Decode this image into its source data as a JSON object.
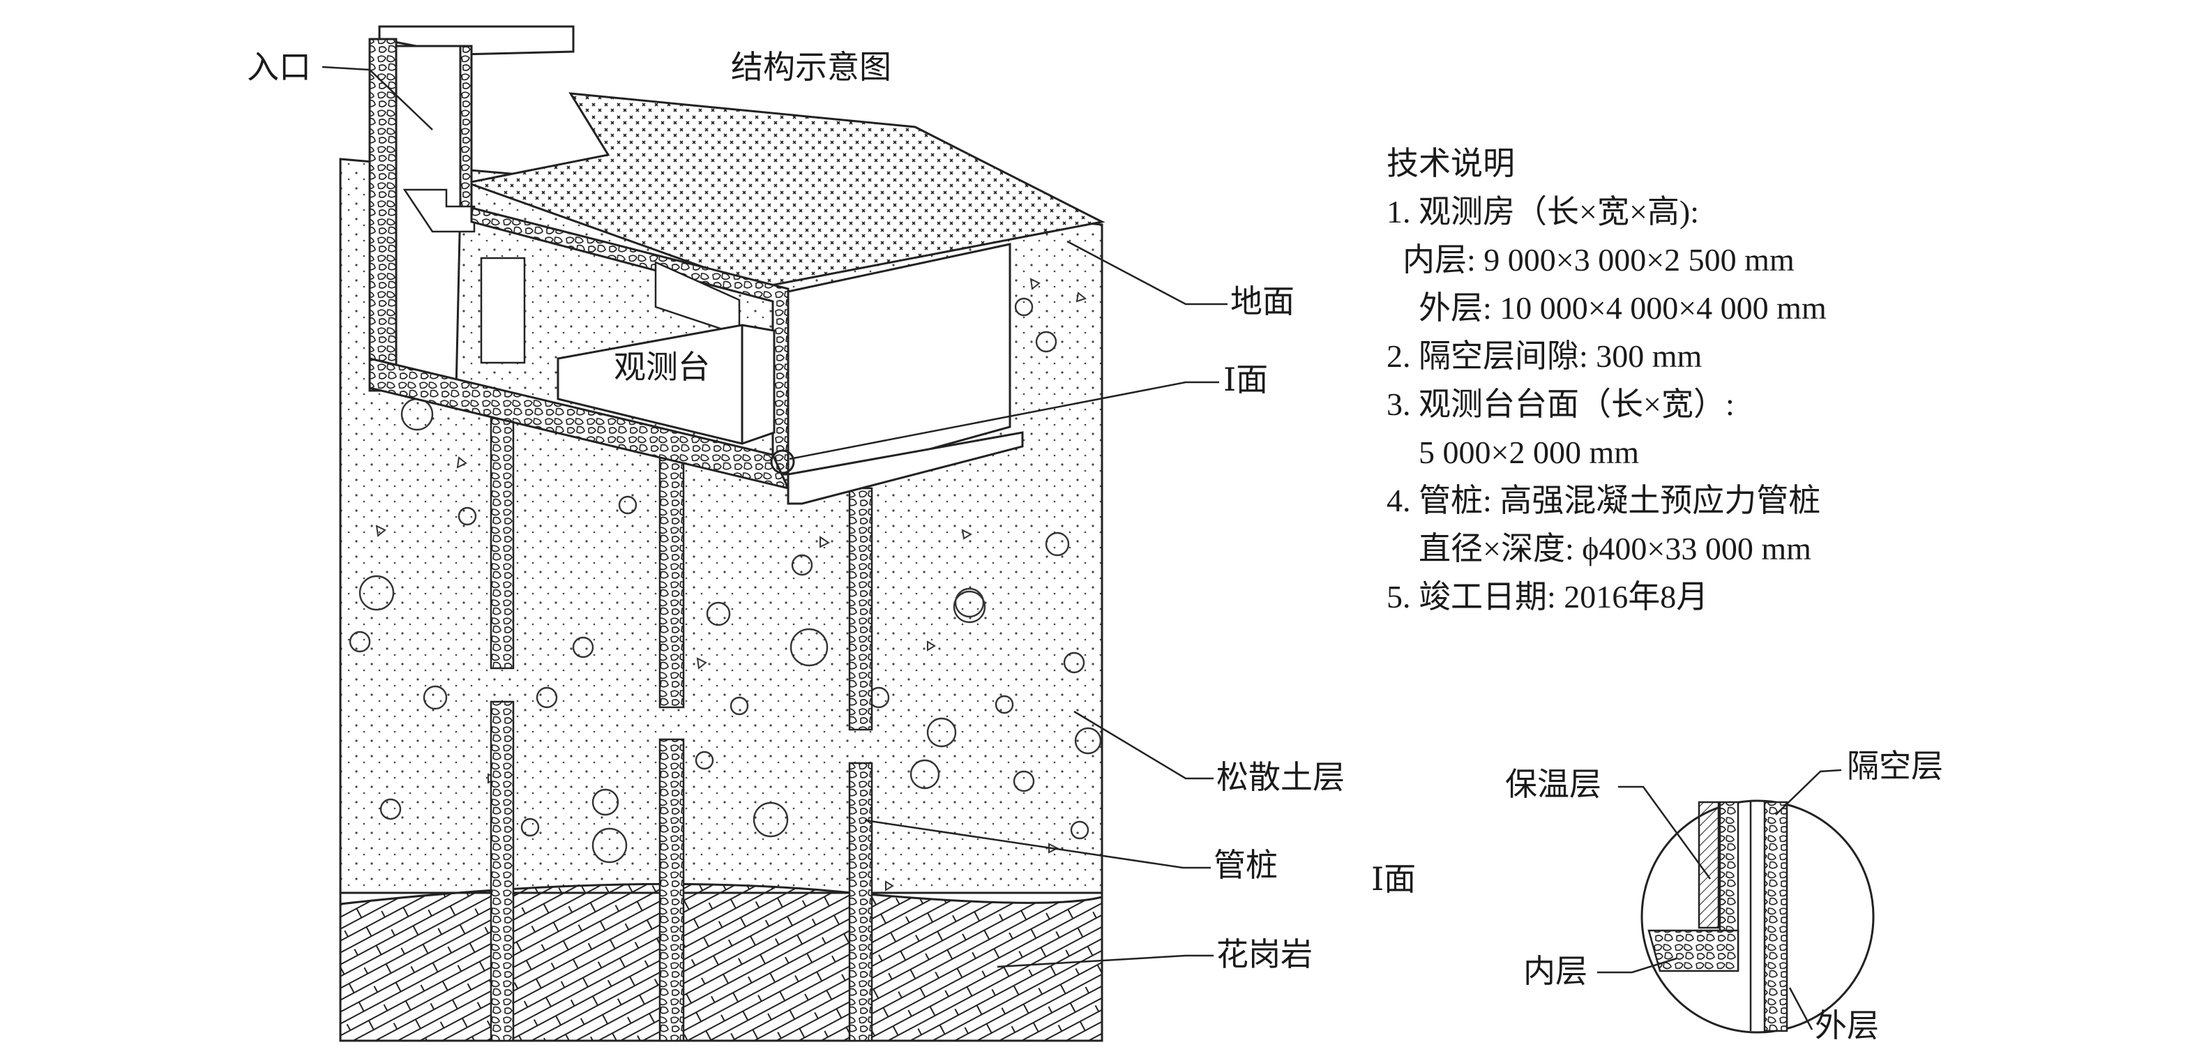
{
  "title": "结构示意图",
  "labels": {
    "entrance": "入口",
    "ground": "地面",
    "section": "I面",
    "platform": "观测台",
    "loose_soil": "松散土层",
    "pipe_pile": "管桩",
    "granite": "花岗岩",
    "detail_title": "I面",
    "insulation": "保温层",
    "air_gap": "隔空层",
    "inner": "内层",
    "outer": "外层"
  },
  "tech_notes": {
    "heading": "技术说明",
    "lines": [
      "1. 观测房（长×宽×高):",
      "  内层: 9 000×3 000×2 500 mm",
      "    外层: 10 000×4 000×4 000 mm",
      "2. 隔空层间隙: 300 mm",
      "3. 观测台台面（长×宽）:",
      "    5 000×2 000 mm",
      "4. 管桩: 高强混凝土预应力管桩",
      "    直径×深度: ϕ400×33 000 mm",
      "5. 竣工日期: 2016年8月"
    ]
  }
}
